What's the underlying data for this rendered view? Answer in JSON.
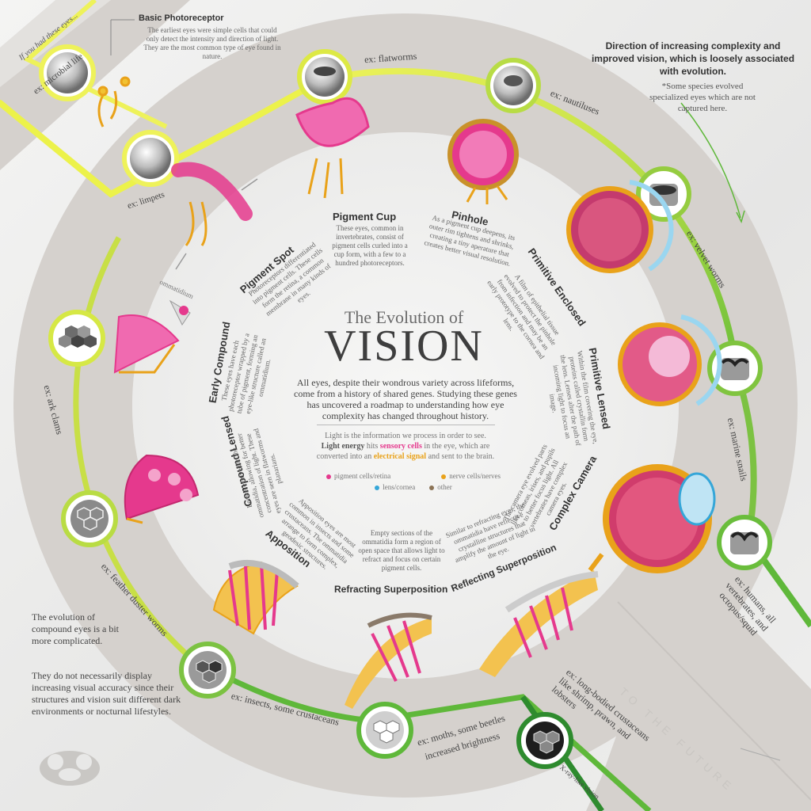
{
  "intro": {
    "heading": "Basic Photoreceptor",
    "text": "The earliest eyes were simple cells that could only detect the intensity and direction of light. They are the most common type of eye found in nature.",
    "if_label": "If you had these eyes..."
  },
  "direction_note": {
    "title": "Direction of increasing complexity and improved vision, which is loosely associated with evolution.",
    "footnote": "*Some species evolved specialized eyes which are not captured here."
  },
  "center": {
    "title_small": "The Evolution of",
    "title_big": "VISION",
    "paragraph": "All eyes, despite their wondrous variety across lifeforms, come from a history of shared genes. Studying these genes has uncovered a roadmap to understanding how eye complexity has changed throughout history.",
    "light_text_1": "Light is the information we process in order to see.",
    "light_text_2a": "Light energy",
    "light_text_2b": " hits ",
    "light_text_2c": "sensory cells",
    "light_text_2d": " in the eye, which are",
    "light_text_3a": "converted into an ",
    "light_text_3b": "electrical signal",
    "light_text_3c": " and sent to the brain.",
    "legend": [
      {
        "label": "pigment cells/retina",
        "color": "#e5398d"
      },
      {
        "label": "nerve cells/nerves",
        "color": "#e9a21a"
      },
      {
        "label": "lens/cornea",
        "color": "#35a6d8"
      },
      {
        "label": "other",
        "color": "#8b7355"
      }
    ]
  },
  "stages": {
    "pigment_cup": {
      "title": "Pigment Cup",
      "desc": "These eyes, common in invertebrates, consist of pigment cells curled into a cup form, with a few to a hundred photoreceptors."
    },
    "pinhole": {
      "title": "Pinhole",
      "desc": "As a pigment cup deepens, its outer rim tightens and shrinks, creating a tiny aperature that creates better visual resolution."
    },
    "pigment_spot": {
      "title": "Pigment Spot",
      "desc": "Photoreceptors differentiated into pigment cells. These cells form the retina, a common membrane in many kinds of eyes."
    },
    "primitive_enclosed": {
      "title": "Primitive Enclosed",
      "desc": "A film of epithelial tissue evolved to protect the pinhole from infection and may be an early prototype to the cornea and lens."
    },
    "early_compound": {
      "title": "Early Compound",
      "desc": "These eyes have each photoreceptor wrapped by a tube of pigment, forming an eye-like structure called an ommatidium."
    },
    "primitive_lensed": {
      "title": "Primitive Lensed",
      "desc": "Within the film covering the eye, proteins called crystallin form the lens. Lenses alter the path of incoming light to focus an image."
    },
    "compound_lensed": {
      "title": "Compound Lensed",
      "desc": "Lenses evolved in the ommatidia, allowing for better concentration of light. These eyes are seen in flatworms and planarians."
    },
    "complex_camera": {
      "title": "Complex Camera",
      "desc": "The camera eye evolved parts like corneas, irises, and pupils to better focus light. All vertebrates have complex camera eyes."
    },
    "apposition": {
      "title": "Apposition",
      "desc": "Apposition eyes are most common in insects and some crustaceans. The ommatidia arrange to form complex, geodesic structures."
    },
    "refracting_superposition": {
      "title": "Refracting Superposition",
      "desc": "Empty sections of the ommatidia form a region of open space that allows light to refract and focus on certain pigment cells."
    },
    "reflecting_superposition": {
      "title": "Reflecting Superposition",
      "desc": "Similar to refracting eyes, the ommatidia have reflective crystalline structures that amplify the amount of light in the eye."
    }
  },
  "examples": {
    "microbial": "ex: microbial life",
    "limpets": "ex: limpets",
    "flatworms": "ex: flatworms",
    "nautiluses": "ex: nautiluses",
    "velvet_worms": "ex: velvet worms",
    "marine_snails": "ex: marine snails",
    "humans": "ex: humans, all vertebrates, and octopus/squid",
    "ark_clams": "ex: ark clams",
    "feather_duster": "ex: feather duster worms",
    "insects": "ex: insects, some crustaceans",
    "moths": "ex: moths, some beetles",
    "moths_note": "increased brightness",
    "shrimp": "ex: long-bodied crustaceans like shrimp, prawn, and lobsters",
    "xray": "X-ray-like vision",
    "ommatidium": "ommatidium"
  },
  "side_note": {
    "p1": "The evolution of compound eyes is a bit more complicated.",
    "p2": "They do not necessarily display increasing visual accuracy since their structures and vision suit different dark environments or nocturnal lifestyles."
  },
  "future": "TO THE FUTURE",
  "colors": {
    "path_yellow": "#e8ef3a",
    "path_green": "#8cc63f",
    "path_dark_green": "#2e8b2e",
    "track": "#d6d3d0",
    "pink": "#e5398d",
    "orange": "#e9a21a",
    "blue": "#35a6d8"
  }
}
